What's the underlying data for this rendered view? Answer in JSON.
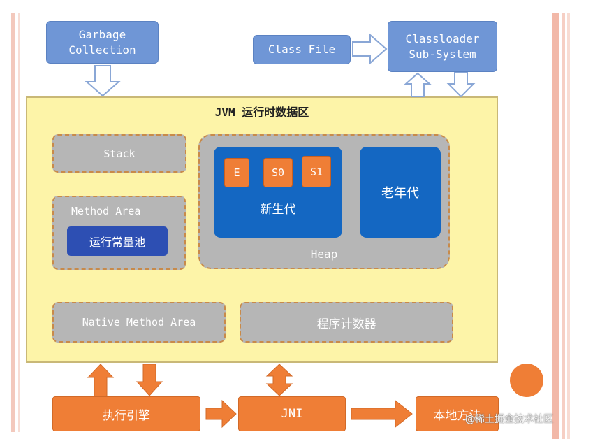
{
  "external": {
    "garbage_collection": "Garbage\nCollection",
    "class_file": "Class File",
    "classloader": "Classloader\nSub-System"
  },
  "runtime_area": {
    "title": "JVM 运行时数据区",
    "stack": "Stack",
    "method_area": "Method Area",
    "constant_pool": "运行常量池",
    "heap": {
      "label": "Heap",
      "young_gen": "新生代",
      "eden": "E",
      "s0": "S0",
      "s1": "S1",
      "old_gen": "老年代"
    },
    "native_method_area": "Native Method Area",
    "program_counter": "程序计数器"
  },
  "bottom": {
    "execution_engine": "执行引擎",
    "jni": "JNI",
    "native_methods": "本地方法"
  },
  "watermark": "@稀土掘金技术社区",
  "colors": {
    "blue_box": "#6f96d6",
    "runtime_bg": "#fdf4a8",
    "gray_box": "#b6b6b6",
    "dash_border": "#c88a4a",
    "heap_blue": "#1467c2",
    "constant_pool": "#2d4fb3",
    "orange": "#ef7e36"
  }
}
